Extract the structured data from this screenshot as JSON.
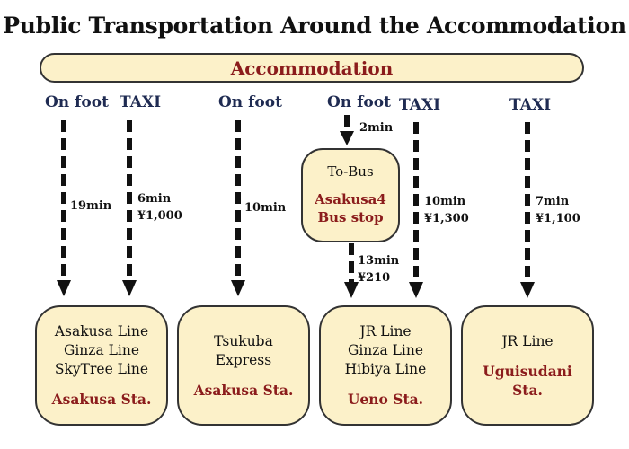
{
  "title": "Public Transportation Around the Accommodation",
  "accommodation": "Accommodation",
  "modes": {
    "foot1": "On foot",
    "taxi1": "TAXI",
    "foot2": "On foot",
    "foot3": "On foot",
    "taxi2": "TAXI",
    "taxi3": "TAXI"
  },
  "labels": {
    "foot1": "19min",
    "taxi1_time": "6min",
    "taxi1_fare": "¥1,000",
    "foot2": "10min",
    "foot3": "2min",
    "bus_time": "13min",
    "bus_fare": "¥210",
    "taxi2_time": "10min",
    "taxi2_fare": "¥1,300",
    "taxi3_time": "7min",
    "taxi3_fare": "¥1,100"
  },
  "bus_stop": {
    "label": "To-Bus",
    "name_line1": "Asakusa4",
    "name_line2": "Bus stop"
  },
  "stations": [
    {
      "lines": [
        "Asakusa Line",
        "Ginza Line",
        "SkyTree Line"
      ],
      "name_line1": "Asakusa Sta.",
      "name_line2": ""
    },
    {
      "lines": [
        "Tsukuba",
        "Express"
      ],
      "name_line1": "Asakusa Sta.",
      "name_line2": ""
    },
    {
      "lines": [
        "JR Line",
        "Ginza Line",
        "Hibiya Line"
      ],
      "name_line1": "Ueno Sta.",
      "name_line2": ""
    },
    {
      "lines": [
        "JR Line"
      ],
      "name_line1": "Uguisudani",
      "name_line2": "Sta."
    }
  ],
  "colors": {
    "box_fill": "#fcf1c9",
    "accent_red": "#8b1c1c",
    "mode_navy": "#1f2b52"
  }
}
